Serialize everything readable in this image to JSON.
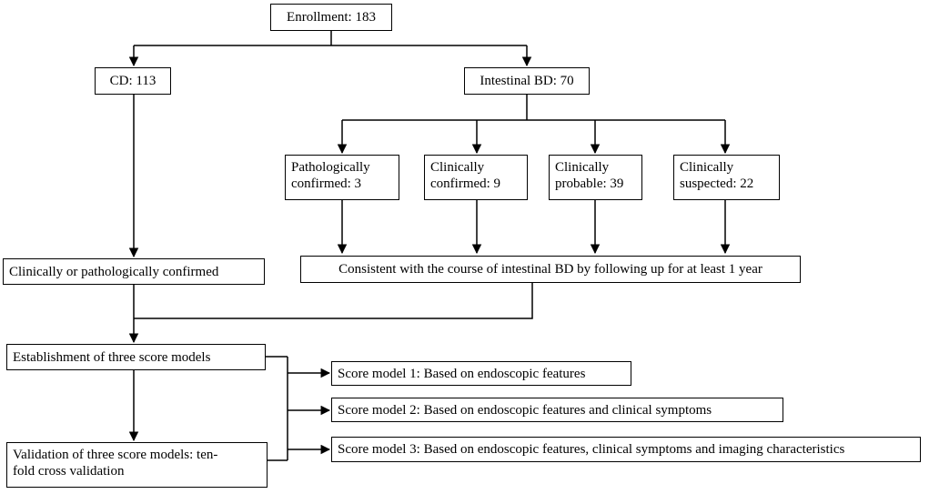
{
  "nodes": {
    "enrollment": "Enrollment: 183",
    "cd": "CD: 113",
    "intestinal_bd": "Intestinal BD: 70",
    "pathologically_confirmed": [
      "Pathologically",
      "confirmed: 3"
    ],
    "clinically_confirmed": [
      "Clinically",
      "confirmed: 9"
    ],
    "clinically_probable": [
      "Clinically",
      "probable: 39"
    ],
    "clinically_suspected": [
      "Clinically",
      "suspected:  22"
    ],
    "cd_confirmed": "Clinically or pathologically confirmed",
    "bd_followup": "Consistent with the course of intestinal BD by following up for at least 1 year",
    "establishment": "Establishment of three score models",
    "validation": [
      "Validation of three score models: ten-",
      "fold cross validation"
    ],
    "score_model_1": "Score model 1: Based on endoscopic features",
    "score_model_2": "Score model 2: Based on endoscopic features and  clinical symptoms",
    "score_model_3": "Score model 3: Based on endoscopic features, clinical symptoms and imaging characteristics"
  }
}
